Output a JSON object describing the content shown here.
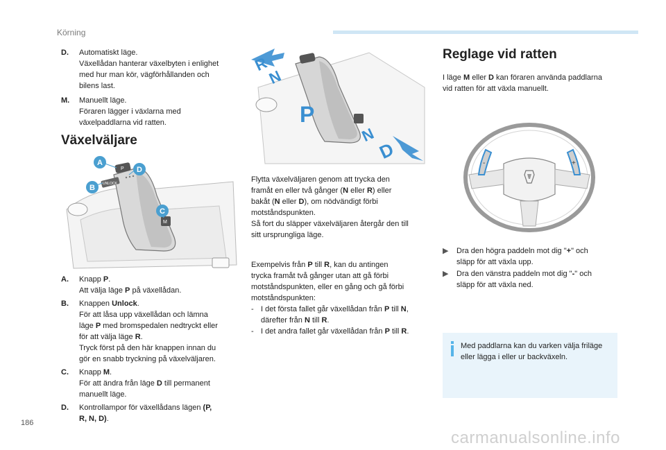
{
  "header": {
    "section": "Körning"
  },
  "page_number": "186",
  "watermark": "carmanualsonline.info",
  "modes": [
    {
      "letter": "D.",
      "lines": [
        "Automatiskt läge.",
        "Växellådan hanterar växelbyten i enlighet",
        "med hur man kör, vägförhållanden och",
        "bilens last."
      ]
    },
    {
      "letter": "M.",
      "lines": [
        "Manuellt läge.",
        "Föraren lägger i växlarna med",
        "växelpaddlarna vid ratten."
      ]
    }
  ],
  "selector": {
    "title": "Växelväljare",
    "callouts": [
      "A",
      "B",
      "C",
      "D"
    ],
    "button_labels": {
      "p": "P",
      "unlock": "UNLOCK",
      "m": "M"
    },
    "items": [
      {
        "letter": "A.",
        "parts": [
          [
            "Knapp ",
            false
          ],
          [
            "P",
            true
          ],
          [
            ".",
            false
          ]
        ],
        "lines": [
          [
            [
              "Att välja läge ",
              false
            ],
            [
              "P",
              true
            ],
            [
              " på växellådan.",
              false
            ]
          ]
        ]
      },
      {
        "letter": "B.",
        "parts": [
          [
            "Knappen ",
            false
          ],
          [
            "Unlock",
            true
          ],
          [
            ".",
            false
          ]
        ],
        "lines": [
          [
            [
              "För att låsa upp växellådan och lämna",
              false
            ]
          ],
          [
            [
              "läge ",
              false
            ],
            [
              "P",
              true
            ],
            [
              " med bromspedalen nedtryckt eller",
              false
            ]
          ],
          [
            [
              "för att välja läge ",
              false
            ],
            [
              "R",
              true
            ],
            [
              ".",
              false
            ]
          ],
          [
            [
              "Tryck först på den här knappen innan du",
              false
            ]
          ],
          [
            [
              "gör en snabb tryckning på växelväljaren.",
              false
            ]
          ]
        ]
      },
      {
        "letter": "C.",
        "parts": [
          [
            "Knapp ",
            false
          ],
          [
            "M",
            true
          ],
          [
            ".",
            false
          ]
        ],
        "lines": [
          [
            [
              "För att ändra från läge ",
              false
            ],
            [
              "D",
              true
            ],
            [
              " till permanent",
              false
            ]
          ],
          [
            [
              "manuellt läge.",
              false
            ]
          ]
        ]
      },
      {
        "letter": "D.",
        "parts": [
          [
            "Kontrollampor för växellådans lägen ",
            false
          ],
          [
            "(P,",
            true
          ]
        ],
        "lines": [
          [
            [
              "R, N, D)",
              true
            ],
            [
              ".",
              false
            ]
          ]
        ]
      }
    ]
  },
  "gear_figure": {
    "letters": [
      "R",
      "N",
      "P",
      "N",
      "D"
    ]
  },
  "middle": {
    "para1": [
      [
        [
          "Flytta växelväljaren genom att trycka den",
          false
        ]
      ],
      [
        [
          "framåt en eller två gånger (",
          false
        ],
        [
          "N",
          true
        ],
        [
          " eller ",
          false
        ],
        [
          "R",
          true
        ],
        [
          ") eller",
          false
        ]
      ],
      [
        [
          "bakåt (",
          false
        ],
        [
          "N",
          true
        ],
        [
          " eller ",
          false
        ],
        [
          "D",
          true
        ],
        [
          "), om nödvändigt förbi",
          false
        ]
      ],
      [
        [
          "motståndspunkten.",
          false
        ]
      ],
      [
        [
          "Så fort du släpper växelväljaren återgår den till",
          false
        ]
      ],
      [
        [
          "sitt ursprungliga läge.",
          false
        ]
      ]
    ],
    "para2": [
      [
        [
          "Exempelvis från ",
          false
        ],
        [
          "P",
          true
        ],
        [
          " till ",
          false
        ],
        [
          "R",
          true
        ],
        [
          ", kan du antingen",
          false
        ]
      ],
      [
        [
          "trycka framåt två gånger utan att gå förbi",
          false
        ]
      ],
      [
        [
          "motståndspunkten, eller en gång och gå förbi",
          false
        ]
      ],
      [
        [
          "motståndspunkten:",
          false
        ]
      ]
    ],
    "dash_items": [
      [
        [
          [
            "I det första fallet går växellådan från ",
            false
          ],
          [
            "P",
            true
          ],
          [
            " till ",
            false
          ],
          [
            "N",
            true
          ],
          [
            ",",
            false
          ]
        ],
        [
          [
            "därefter från ",
            false
          ],
          [
            "N",
            true
          ],
          [
            " till ",
            false
          ],
          [
            "R",
            true
          ],
          [
            ".",
            false
          ]
        ]
      ],
      [
        [
          [
            "I det andra fallet går växellådan från ",
            false
          ],
          [
            "P",
            true
          ],
          [
            " till ",
            false
          ],
          [
            "R",
            true
          ],
          [
            ".",
            false
          ]
        ]
      ]
    ]
  },
  "paddles": {
    "title": "Reglage vid ratten",
    "intro": [
      [
        [
          "I läge ",
          false
        ],
        [
          "M",
          true
        ],
        [
          " eller ",
          false
        ],
        [
          "D",
          true
        ],
        [
          " kan föraren använda paddlarna",
          false
        ]
      ],
      [
        [
          "vid ratten för att växla manuellt.",
          false
        ]
      ]
    ],
    "wheel_signs": [
      "+",
      "-"
    ],
    "bullets": [
      [
        [
          [
            "Dra den högra paddeln mot dig \"",
            false
          ],
          [
            "+",
            true
          ],
          [
            "\" och",
            false
          ]
        ],
        [
          [
            "släpp för att växla upp.",
            false
          ]
        ]
      ],
      [
        [
          [
            "Dra den vänstra paddeln mot dig \"",
            false
          ],
          [
            "-",
            true
          ],
          [
            "\" och",
            false
          ]
        ],
        [
          [
            "släpp för att växla ned.",
            false
          ]
        ]
      ]
    ],
    "note": [
      "Med paddlarna kan du varken välja friläge",
      "eller lägga i eller ur backväxeln."
    ]
  },
  "icons": {
    "bullet": "arrow-bullet-icon",
    "note": "info-icon"
  },
  "colors": {
    "accent": "#56b4e9",
    "callout": "#4a9fd0",
    "arrow": "#3a8fd1",
    "note_bg": "#e9f4fb"
  }
}
